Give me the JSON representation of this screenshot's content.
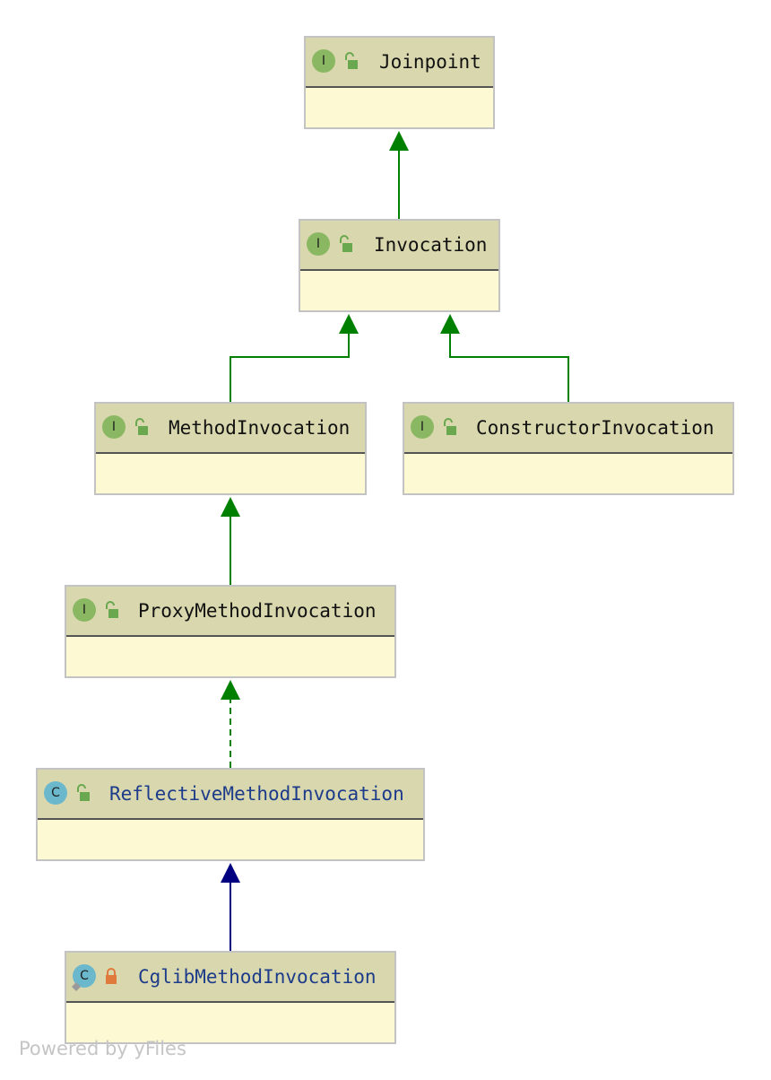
{
  "nodes": [
    {
      "id": "joinpoint",
      "name": "Joinpoint",
      "kind": "interface",
      "badge": "I",
      "lock": "open",
      "link": false
    },
    {
      "id": "invocation",
      "name": "Invocation",
      "kind": "interface",
      "badge": "I",
      "lock": "open",
      "link": false
    },
    {
      "id": "method-invocation",
      "name": "MethodInvocation",
      "kind": "interface",
      "badge": "I",
      "lock": "open",
      "link": false
    },
    {
      "id": "constructor-invocation",
      "name": "ConstructorInvocation",
      "kind": "interface",
      "badge": "I",
      "lock": "open",
      "link": false
    },
    {
      "id": "proxy-method-invocation",
      "name": "ProxyMethodInvocation",
      "kind": "interface",
      "badge": "I",
      "lock": "open",
      "link": false
    },
    {
      "id": "reflective-method-invocation",
      "name": "ReflectiveMethodInvocation",
      "kind": "class",
      "badge": "C",
      "lock": "open",
      "link": true
    },
    {
      "id": "cglib-method-invocation",
      "name": "CglibMethodInvocation",
      "kind": "class",
      "badge": "C",
      "lock": "closed",
      "link": true
    }
  ],
  "edges": [
    {
      "from": "invocation",
      "to": "joinpoint",
      "type": "extends"
    },
    {
      "from": "method-invocation",
      "to": "invocation",
      "type": "extends"
    },
    {
      "from": "constructor-invocation",
      "to": "invocation",
      "type": "extends"
    },
    {
      "from": "proxy-method-invocation",
      "to": "method-invocation",
      "type": "extends"
    },
    {
      "from": "reflective-method-invocation",
      "to": "proxy-method-invocation",
      "type": "implements"
    },
    {
      "from": "cglib-method-invocation",
      "to": "reflective-method-invocation",
      "type": "inherits-class"
    }
  ],
  "colors": {
    "interface_edge": "#008000",
    "class_edge": "#000080",
    "interface_badge": "#8ab862",
    "class_badge": "#6bb8cc",
    "open_lock": "#6aa84f",
    "closed_lock": "#e07a3c",
    "header": "#d8d7ad",
    "body": "#fdfad3"
  },
  "watermark": "Powered by yFiles"
}
